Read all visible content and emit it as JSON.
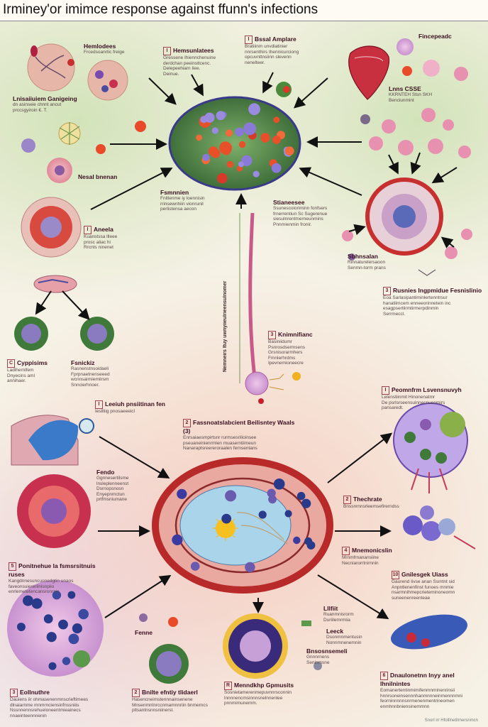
{
  "title": "Irminey'or imimce response against ffunn's infections",
  "labels": [
    {
      "key": "l1",
      "num": "",
      "head": "Hemlodees",
      "body": "Frcedsoanrtic freige"
    },
    {
      "key": "l2",
      "num": "",
      "head": "Lnisaiiuiem Ganigeing",
      "body": "dn asinseie chnnt ancut\nprccsgyiroin €. T."
    },
    {
      "key": "l3",
      "num": "I",
      "head": "Hemsunlatees",
      "body": "Gressene Ihiennchenuine\nderdchan peeinsttcenc.\nDelepeehiarn liee.\nDeinue."
    },
    {
      "key": "l4",
      "num": "I",
      "head": "Bssal Amplare",
      "body": "Bratiiinm unvdiatinier\nnnrsenthirs Ihennicurciong\nopcuvnttnsiinn slevenn\nnenelteer."
    },
    {
      "key": "l5",
      "num": "",
      "head": "Fincepeadc",
      "body": ""
    },
    {
      "key": "l6",
      "num": "",
      "head": "Lnns CSSE",
      "body": "KKRNTEH Stsn SKH\nBenciunmint"
    },
    {
      "key": "l7",
      "num": "",
      "head": "Nesal bnenan",
      "body": ""
    },
    {
      "key": "l8",
      "num": "",
      "head": "Fsmnnien",
      "body": "Fnitlenme iy loennisin\nrrinsewnhiin vionrunil\nperlistensa aecon"
    },
    {
      "key": "l9",
      "num": "",
      "head": "Stianeesee",
      "body": "Ssunescoioriminn fonfsers\nfrnerrentiun Sc Sugerenue\nsiesulnrentmerneunmins\nPnnrnienmin fronir."
    },
    {
      "key": "l10",
      "num": "I",
      "head": "Aneela",
      "body": "Kuanstssa llleee\nprosc aliac hi\nRrcnts ninenet"
    },
    {
      "key": "l11",
      "num": "",
      "head": "Sbhnsalan",
      "body": "Rinnaturelersaoon\nSenmn-torm prans"
    },
    {
      "key": "l12",
      "num": "3",
      "head": "Rusnies Ingpmidue Fesnislinio",
      "body": "Eoa Sarlasipantiminlertenntrsur\nhanatiimcem enneeorinnetein inc\nesagpsertiirmtirmerpdinmin\nSerrmeccl."
    },
    {
      "key": "l13",
      "num": "C",
      "head": "Cyppisims",
      "body": "Ladihernlfem\nDnyecins aml\nannihaer."
    },
    {
      "key": "l14",
      "num": "",
      "head": "Fsnickiz",
      "body": "Rasnenstnsoidaeli\nFprpnaetnenseeed\nwcnnsairniemiirsm\nSnncierhnoer."
    },
    {
      "key": "l15",
      "num": "3",
      "head": "Knimnifianc",
      "body": "Basiniidumr\nPsnrosdsermsens\nGrsnisorarmhers\nFmnlerhrdms\nIpevnemioneecre"
    },
    {
      "key": "l16",
      "num": "I",
      "head": "Leeiuh pnsiitinan fen",
      "body": "Iesllliig pnosaeeeicl"
    },
    {
      "key": "l17",
      "num": "2",
      "head": "Fassnoatslabcient Beilisntey Waals (3)",
      "body": "Enrsaiaesmpirtsnr rurmsesrilioinsee\npseuaneinienrmlen muaserntiimeun\nNanaraptsreereroraalen fernsentans"
    },
    {
      "key": "l18",
      "num": "I",
      "head": "Peomnfrm Lsvensnuvyh",
      "body": "Lelenstiinmit Hinonenatmr\nDe psrlsrseensuinnecnuenmirs\npansaredt."
    },
    {
      "key": "l19",
      "num": "",
      "head": "Fendo",
      "body": "Ggnnesertilsme\nlnsleplenneenst\nDsrnopsnosn\nEnyepnmctun\nprtfmsniumane"
    },
    {
      "key": "l20",
      "num": "2",
      "head": "Thechrate",
      "body": "Bnssnrnnsrleemsefirerndss"
    },
    {
      "key": "l21",
      "num": "4",
      "head": "Mnemonicslin",
      "body": "Mrnmfrnanansiine\nNecniarorrtnirnnin"
    },
    {
      "key": "l22",
      "num": "5",
      "head": "Ponitnehue la fsmsrsitnuis ruses",
      "body": "Kangdnnesuncuonedgtin unaos\nfaveonsuiereriinisnpiio\nenrlemetetencansronrnic"
    },
    {
      "key": "l23",
      "num": "10",
      "head": "Gnilesgek Uiass",
      "body": "Gaurend Iivse anan Ssmtnt sid\nAnpntlenenfinst funoes mnmie\nnsarmnihmepcrieteminoneomn\nsuneenenreenteae"
    },
    {
      "key": "l24",
      "num": "",
      "head": "Lllfiit",
      "body": "Ruanmnisrorm\nDuriilemrmiia"
    },
    {
      "key": "l25",
      "num": "",
      "head": "Leeck",
      "body": "Dsonmnmentusin\nNonnmnenemnin"
    },
    {
      "key": "l26",
      "num": "",
      "head": "Fenne",
      "body": ""
    },
    {
      "key": "l27",
      "num": "",
      "head": "Bnsosnsemeli",
      "body": "Gnnnrnens\nSeninmsne"
    },
    {
      "key": "l28",
      "num": "3",
      "head": "Eollnuthre",
      "body": "Dauiens iir ohmasenenmnscrieftimees\ndlnaiarnme mnmrnciensinfnssniiis\nNssnnennsrehueloneentmieainecs\nnnaeinteennnenin"
    },
    {
      "key": "l29",
      "num": "2",
      "head": "Bnilte efntiy tlidaerl",
      "body": "Hasencneimstennnainsenene\nMnsenmntnrccnmamnnriin bnmerncs\nptlsantnsnnsniinersl."
    },
    {
      "key": "l30",
      "num": "R",
      "head": "Menndkhp Gpmusits",
      "body": "Sosnietamerenmepuvnnrsconnin\nlnnnnencmsinnnsnelnnenlee\npnnmimunemm."
    },
    {
      "key": "l31",
      "num": "6",
      "head": "Dnaulonetnn Inyy anel Ihnilnintes",
      "body": "Eomanertentinmimifenmnminenrinsii\nhnnrsoneinsennnhanmnnneinmennnmni\nfeorninnnnnsnrmenenmentrineomen\nenmhnnbniensinemmnn"
    }
  ],
  "vertical_label": "Nemneirs ltuy uwnyiieulrieensulnomer",
  "credit": "Snorl irr Hfolllnetilrnersnmcn",
  "colors": {
    "membrane_red": "#b82a2a",
    "cytoplasm_pink": "#e9a8a0",
    "nucleus_blue": "#a9d4ea",
    "green_cell": "#5f8f52",
    "purple_cell": "#8a74c8",
    "arrow": "#111111"
  }
}
